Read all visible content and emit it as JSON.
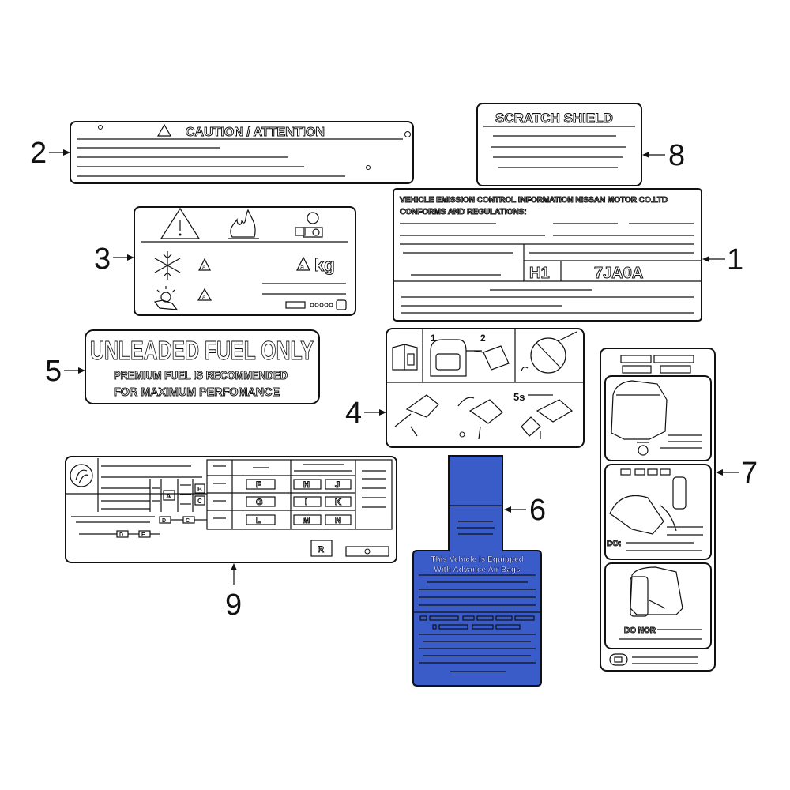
{
  "callouts": {
    "n1": "1",
    "n2": "2",
    "n3": "3",
    "n4": "4",
    "n5": "5",
    "n6": "6",
    "n7": "7",
    "n8": "8",
    "n9": "9"
  },
  "label2": {
    "title": "CAUTION / ATTENTION"
  },
  "label8": {
    "title": "SCRATCH SHIELD"
  },
  "label1": {
    "line1": "VEHICLE EMISSION CONTROL INFORMATION   NISSAN MOTOR CO.LTD",
    "line2": "CONFORMS AND REGULATIONS:",
    "code1": "H1",
    "code2": "7JA0A"
  },
  "label3": {
    "a1": "a",
    "a2": "a",
    "a3": "a",
    "kg": "kg"
  },
  "label5": {
    "title": "UNLEADED FUEL ONLY",
    "line1": "PREMIUM FUEL IS RECOMMENDED",
    "line2": "FOR MAXIMUM  PERFOMANCE"
  },
  "label4": {
    "step1": "1",
    "step2": "2",
    "timer": "5s"
  },
  "label6": {
    "line1": "This Vehicle is Equipped",
    "line2": "With Advance Air Bags"
  },
  "label7": {
    "do1": "DO:",
    "do2": "DO NOR"
  },
  "label9": {
    "a": "A",
    "b": "B",
    "c": "C",
    "d": "D",
    "e": "C",
    "f": "F",
    "g": "G",
    "h": "H",
    "i": "I",
    "j": "J",
    "k": "K",
    "l": "L",
    "m": "M",
    "n": "N",
    "r": "R",
    "d2": "D",
    "e2": "E"
  },
  "colors": {
    "blue_label": "#3a5cc8",
    "ink": "#111111"
  }
}
